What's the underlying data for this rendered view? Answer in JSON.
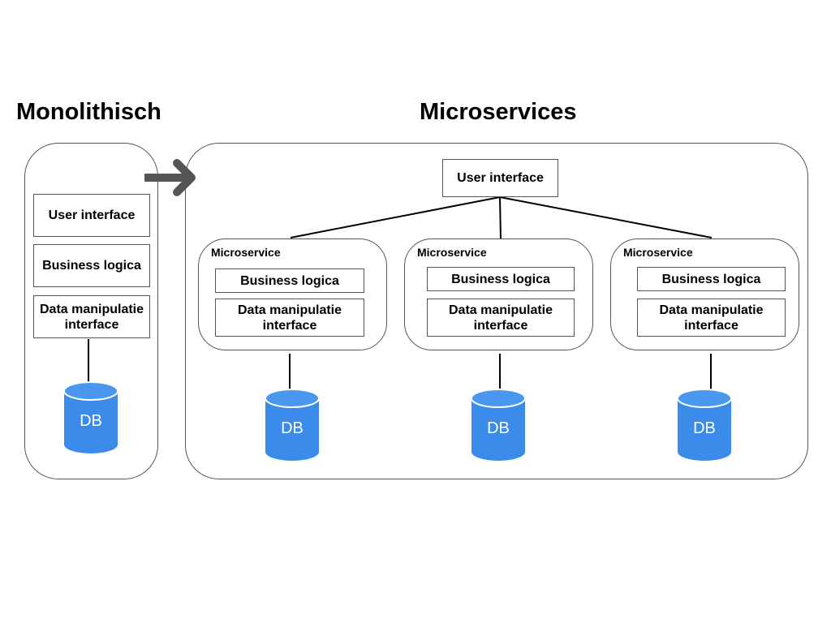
{
  "monolith": {
    "title": "Monolithisch",
    "layers": {
      "ui": "User interface",
      "business": "Business logica",
      "data_line1": "Data manipulatie",
      "data_line2": "interface"
    },
    "db_label": "DB"
  },
  "microservices": {
    "title": "Microservices",
    "ui": "User interface",
    "services": [
      {
        "label": "Microservice",
        "business": "Business logica",
        "data_line1": "Data manipulatie",
        "data_line2": "interface",
        "db_label": "DB"
      },
      {
        "label": "Microservice",
        "business": "Business logica",
        "data_line1": "Data manipulatie",
        "data_line2": "interface",
        "db_label": "DB"
      },
      {
        "label": "Microservice",
        "business": "Business logica",
        "data_line1": "Data manipulatie",
        "data_line2": "interface",
        "db_label": "DB"
      }
    ]
  },
  "colors": {
    "db": "#3b8beb",
    "db_top": "#4a97f0",
    "arrow": "#555555",
    "border": "#555555"
  }
}
